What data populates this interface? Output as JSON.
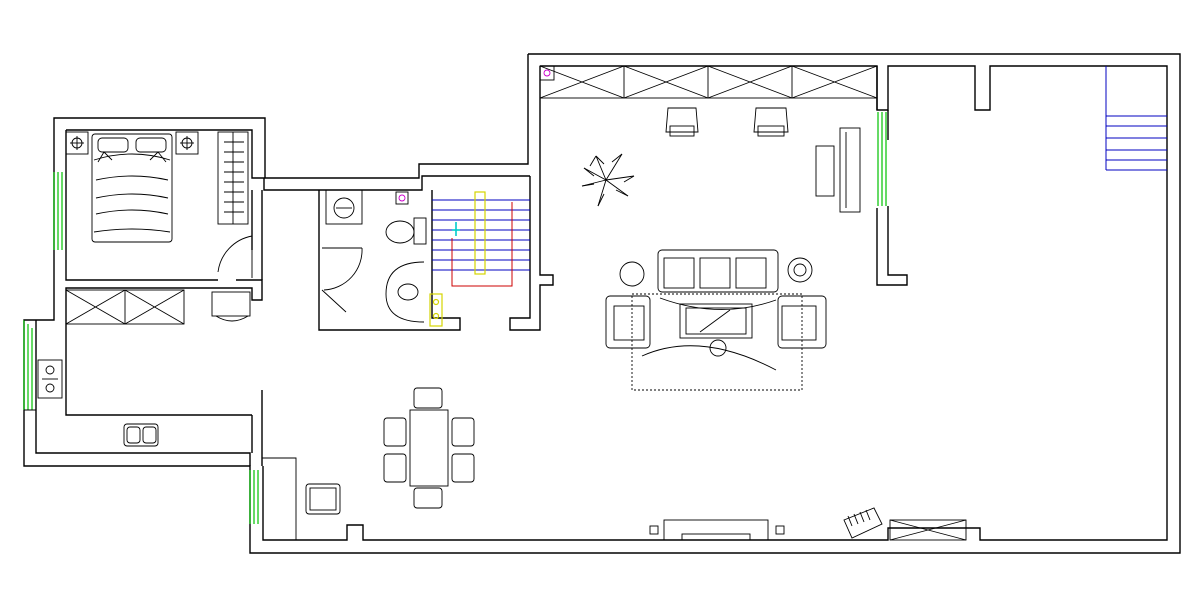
{
  "plan": {
    "colors": {
      "wall": "#000000",
      "fixture": "#000000",
      "window": "#00c000",
      "stair_tread": "#0000c0",
      "stair_handrail": "#d4d400",
      "stair_arrow": "#cc0000",
      "accent_cyan": "#00cccc",
      "outlet": "#cc00cc",
      "right_stair": "#0000c0"
    },
    "rooms": [
      {
        "name": "bedroom"
      },
      {
        "name": "kitchen"
      },
      {
        "name": "bathroom"
      },
      {
        "name": "stairwell"
      },
      {
        "name": "living-room"
      },
      {
        "name": "dining-area"
      },
      {
        "name": "open-space-right"
      }
    ],
    "furniture_icons": [
      "double-bed-icon",
      "wardrobe-icon",
      "nightstand-lamp-icon",
      "toilet-icon",
      "washing-machine-icon",
      "basin-icon",
      "shower-icon",
      "stove-icon",
      "double-sink-icon",
      "fridge-icon",
      "kitchen-cabinet-icon",
      "dining-table-icon",
      "dining-chair-icon",
      "armchair-icon",
      "sofa-set-icon",
      "coffee-table-icon",
      "potted-plant-icon",
      "piano-icon",
      "tv-cabinet-icon",
      "radiator-icon",
      "staircase-icon",
      "door-swing-icon",
      "window-icon"
    ]
  }
}
